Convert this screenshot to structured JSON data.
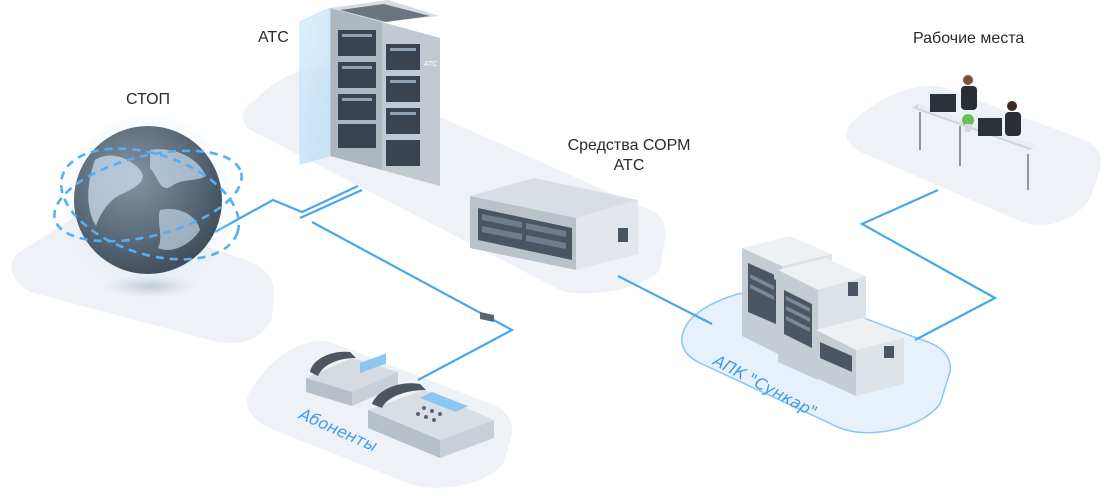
{
  "nodes": {
    "stop": {
      "label": "СТОП"
    },
    "ats": {
      "label": "АТС",
      "rack_badge": "АТС"
    },
    "sorm": {
      "label_line1": "Средства СОРМ",
      "label_line2": "АТС"
    },
    "workplaces": {
      "label": "Рабочие места"
    },
    "subscribers": {
      "label": "Абоненты"
    },
    "apk": {
      "label": "АПК \"Сункар\""
    }
  },
  "colors": {
    "link": "#47a7ee",
    "platform": "#eef1f5",
    "platform_blue": "#e6f1fb",
    "platform_blue_border": "#8cc6f3",
    "globe": "#5d6d7c",
    "globe_glow": "#bfe0fb",
    "server": "#e4e8ed",
    "server_dark": "#4c5765"
  }
}
